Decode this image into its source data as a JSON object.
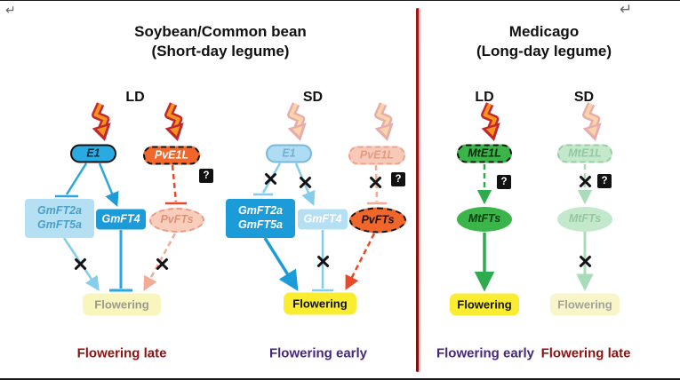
{
  "marks": {
    "top_left": "↵",
    "top_right": "↵"
  },
  "left_panel": {
    "title": "Soybean/Common bean",
    "subtitle": "(Short-day legume)",
    "columns": [
      {
        "condition": "LD",
        "e1": "E1",
        "pve1l": "PvE1L",
        "gmft2a": "GmFT2a",
        "gmft5a": "GmFT5a",
        "gmft4": "GmFT4",
        "pvfts": "PvFTs",
        "flowering": "Flowering",
        "qmark": "?",
        "outcome": "Flowering late"
      },
      {
        "condition": "SD",
        "e1": "E1",
        "pve1l": "PvE1L",
        "gmft2a": "GmFT2a",
        "gmft5a": "GmFT5a",
        "gmft4": "GmFT4",
        "pvfts": "PvFTs",
        "flowering": "Flowering",
        "qmark": "?",
        "outcome": "Flowering early"
      }
    ]
  },
  "right_panel": {
    "title": "Medicago",
    "subtitle": "(Long-day legume)",
    "columns": [
      {
        "condition": "LD",
        "mte1l": "MtE1L",
        "mtfts": "MtFTs",
        "flowering": "Flowering",
        "qmark": "?",
        "outcome": "Flowering early"
      },
      {
        "condition": "SD",
        "mte1l": "MtE1L",
        "mtfts": "MtFTs",
        "flowering": "Flowering",
        "qmark": "?",
        "outcome": "Flowering late"
      }
    ]
  },
  "colors": {
    "bright_blue": "#1b9cd8",
    "light_blue": "#b5e0f4",
    "orange": "#f1662a",
    "pale_pink": "#f8c9b8",
    "green": "#3bb54a",
    "pale_green": "#c4e8cb",
    "bright_yellow": "#f9ec31",
    "pale_yellow": "#f8f5bd",
    "dark_red_label": "#8c1212",
    "purple_label": "#46277d",
    "divider_red": "#a01818"
  }
}
